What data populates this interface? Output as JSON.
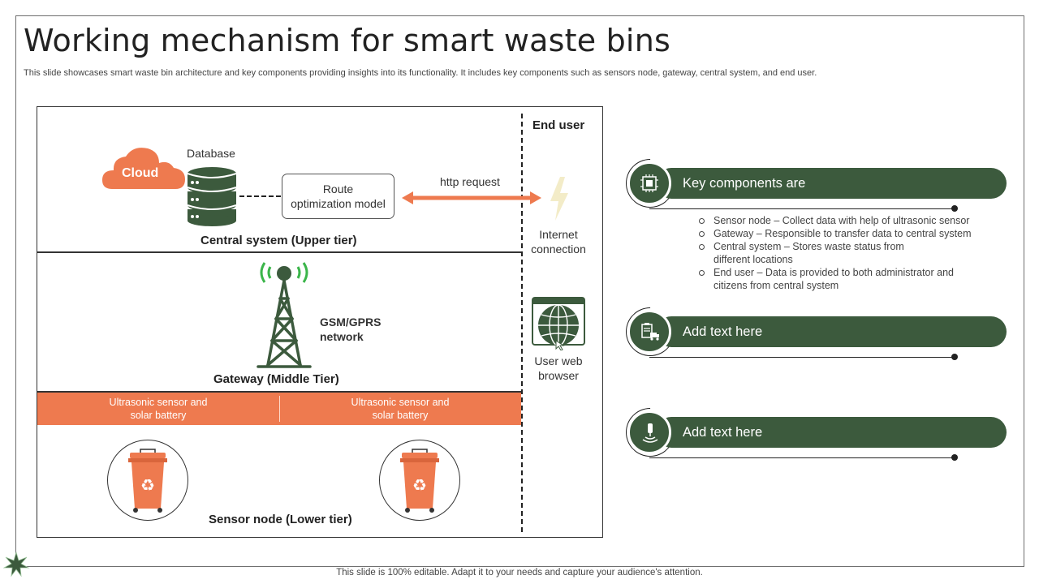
{
  "slide": {
    "title": "Working mechanism for smart waste bins",
    "subtitle": "This slide showcases smart waste bin architecture and key components providing insights into its functionality. It includes key components such as sensors node, gateway, central system, and end user.",
    "footer": "This slide is 100% editable. Adapt it to your needs and capture your audience's attention."
  },
  "diagram": {
    "cloud_label": "Cloud",
    "database_label": "Database",
    "route_box": {
      "line1": "Route",
      "line2": "optimization model"
    },
    "http_label": "http request",
    "end_user_label": "End user",
    "internet_label": {
      "line1": "Internet",
      "line2": "connection"
    },
    "browser_label": {
      "line1": "User web",
      "line2": "browser"
    },
    "central_tier": "Central system  (Upper tier)",
    "network_label": {
      "line1": "GSM/GPRS",
      "line2": "network"
    },
    "gateway_tier": "Gateway (Middle Tier)",
    "sensor_band": [
      {
        "line1": "Ultrasonic sensor and",
        "line2": "solar battery"
      },
      {
        "line1": "Ultrasonic sensor and",
        "line2": "solar battery"
      }
    ],
    "sensor_tier": "Sensor node (Lower tier)"
  },
  "panel": {
    "items": [
      {
        "label": "Key components are",
        "icon": "circuit-board-icon"
      },
      {
        "label": "Add text here",
        "icon": "clipboard-truck-icon"
      },
      {
        "label": "Add text here",
        "icon": "sensor-signal-icon"
      }
    ],
    "bullets": [
      {
        "line1": "Sensor node – Collect data with help of ultrasonic sensor",
        "line2": ""
      },
      {
        "line1": "Gateway – Responsible to transfer data to central system",
        "line2": ""
      },
      {
        "line1": "Central system – Stores waste status from",
        "line2": "different locations"
      },
      {
        "line1": "End user – Data is provided to both administrator and",
        "line2": "citizens from central system"
      }
    ]
  },
  "colors": {
    "accent_orange": "#ee7a4f",
    "dark_green": "#3c5a3d",
    "signal_green": "#3bb54a"
  }
}
